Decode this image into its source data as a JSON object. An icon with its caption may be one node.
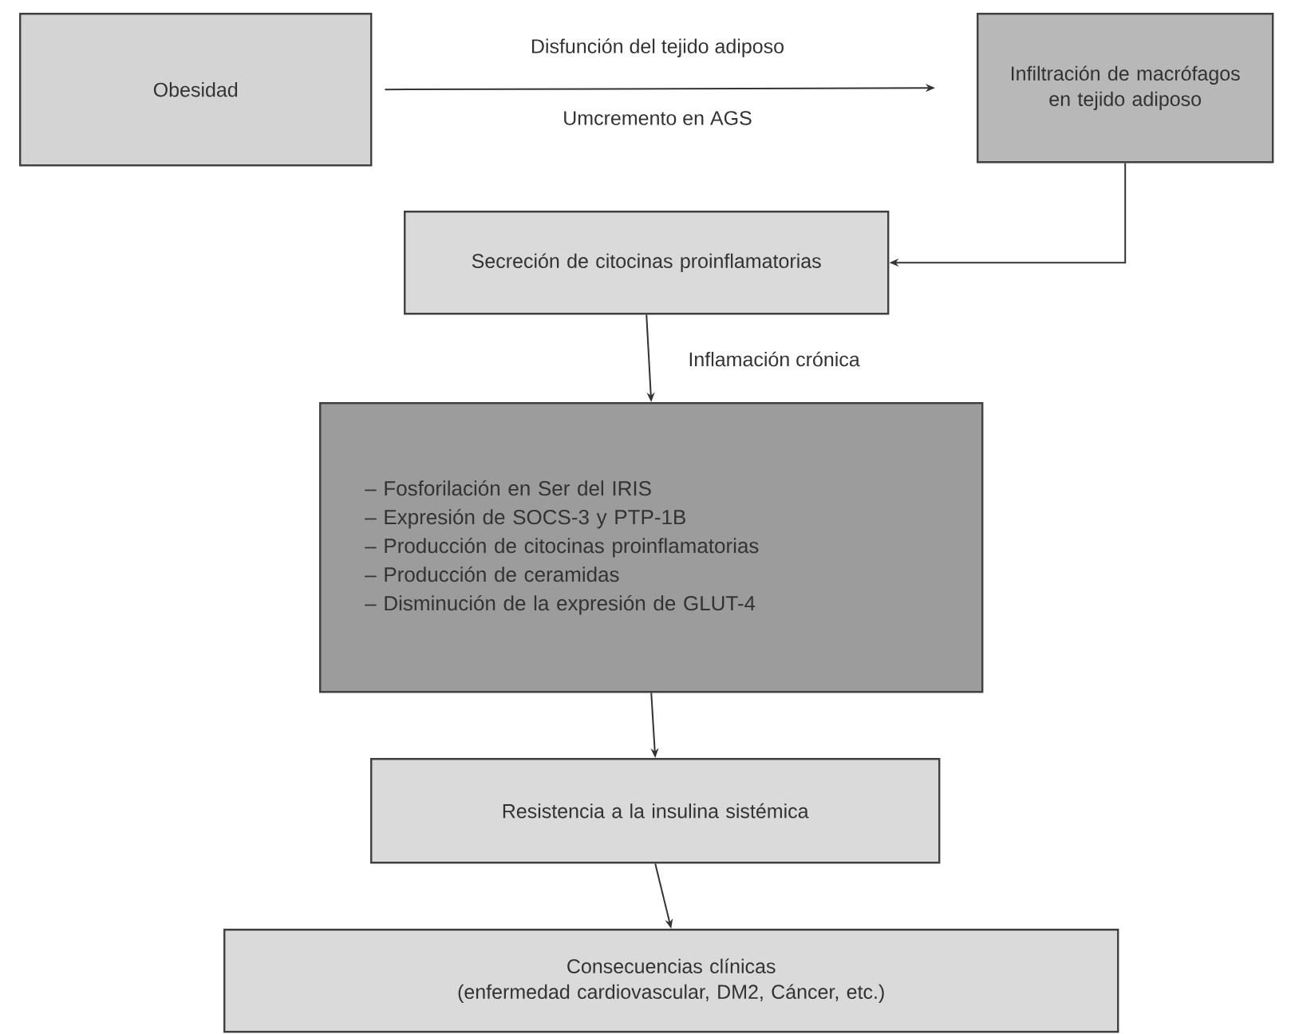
{
  "diagram": {
    "nodes": [
      {
        "text": [
          "Obesidad"
        ]
      },
      {
        "text": [
          "Infiltración de macrófagos en tejido adiposo"
        ]
      },
      {
        "text": [
          "Secreción de citocinas proinflamatorias"
        ]
      },
      {
        "text": [
          "– Fosforilación en Ser del IRIS",
          "– Expresión de SOCS-3 y PTP-1B",
          "– Producción de citocinas proinflamatorias",
          "– Producción de ceramidas",
          "– Disminución de la expresión de GLUT-4"
        ]
      },
      {
        "text": [
          "Resistencia a la insulina sistémica"
        ]
      },
      {
        "text": [
          "Consecuencias clínicas",
          "(enfermedad cardiovascular, DM2, Cáncer, etc.)"
        ]
      }
    ],
    "edges": [
      {
        "from": 0,
        "to": 1,
        "arrow": "to",
        "label": "Disfunción del tejido adiposo"
      },
      {
        "from": 1,
        "to": 2,
        "arrow": "to"
      },
      {
        "from": 2,
        "to": 3,
        "arrow": "to",
        "label": "Inflamación crónica"
      },
      {
        "from": 3,
        "to": 4,
        "arrow": "to"
      },
      {
        "from": 4,
        "to": 5,
        "arrow": "to"
      }
    ],
    "labels": [
      "Umcremento en AGS"
    ]
  }
}
